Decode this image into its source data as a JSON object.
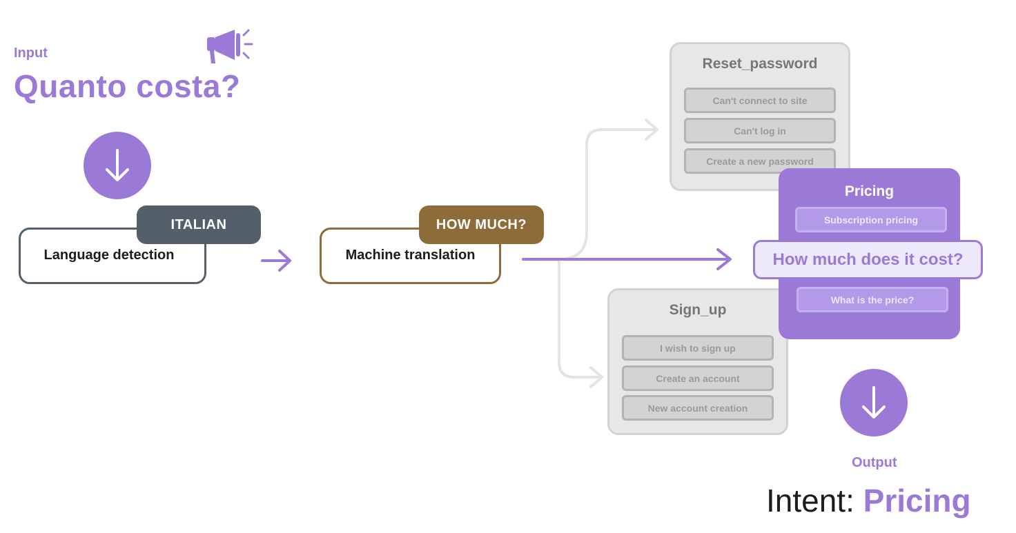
{
  "input": {
    "label": "Input",
    "text": "Quanto costa?"
  },
  "steps": {
    "language_detection": {
      "label": "Language detection",
      "tag": "ITALIAN"
    },
    "machine_translation": {
      "label": "Machine translation",
      "tag": "HOW MUCH?"
    }
  },
  "intents": {
    "reset_password": {
      "title": "Reset_password",
      "examples": [
        "Can't connect to site",
        "Can't log in",
        "Create a new password"
      ]
    },
    "pricing": {
      "title": "Pricing",
      "examples": [
        "Subscription pricing",
        "What is the price?"
      ],
      "match": "How much does it cost?"
    },
    "sign_up": {
      "title": "Sign_up",
      "examples": [
        "I wish to sign up",
        "Create an account",
        "New account creation"
      ]
    }
  },
  "output": {
    "label": "Output",
    "prefix": "Intent:",
    "value": "Pricing"
  },
  "colors": {
    "accent": "#9b79d6",
    "italian_tag": "#545f6b",
    "how_much_tag": "#8d6c3a",
    "grey_panel": "#e7e7e7",
    "pricing_panel": "#9b79d6"
  },
  "icons": {
    "input": "megaphone-icon",
    "flow": "arrow-down-icon"
  }
}
